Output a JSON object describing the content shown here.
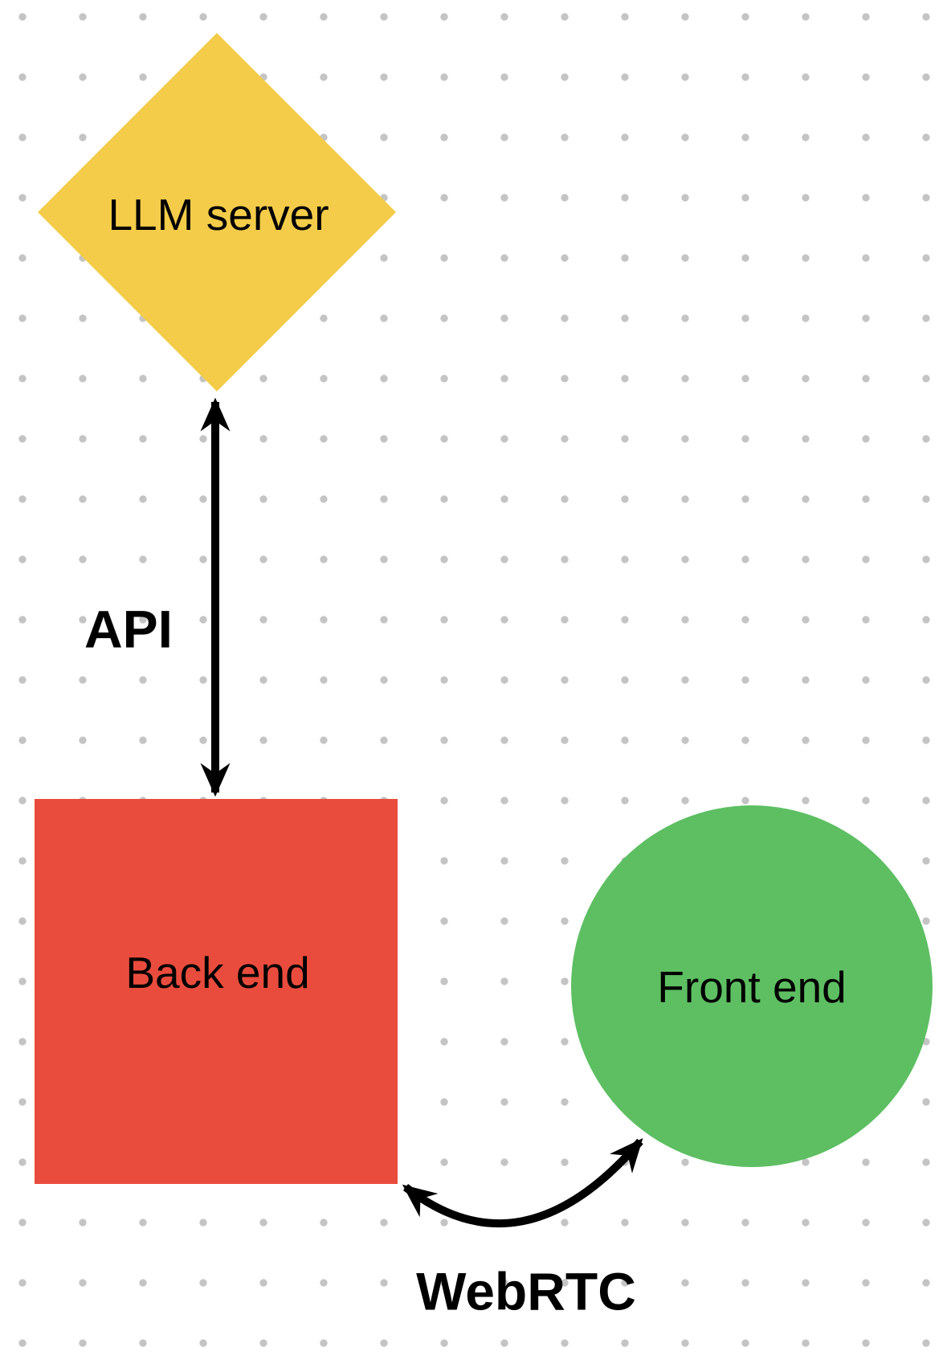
{
  "canvas": {
    "background": "#ffffff",
    "dot_grid_color": "#c4c4c4",
    "arrow_color": "#000000",
    "label_color": "#000000"
  },
  "nodes": [
    {
      "id": "llm-server",
      "shape": "diamond",
      "label": "LLM server",
      "fill": "#f4cc49"
    },
    {
      "id": "back-end",
      "shape": "rectangle",
      "label": "Back end",
      "fill": "#e94c3d"
    },
    {
      "id": "front-end",
      "shape": "circle",
      "label": "Front end",
      "fill": "#5dbf62"
    }
  ],
  "edges": [
    {
      "id": "api",
      "label": "API",
      "style": "double-headed-straight-arrow",
      "connects": [
        "LLM server",
        "Back end"
      ]
    },
    {
      "id": "webrtc",
      "label": "WebRTC",
      "style": "double-headed-curved-arrow",
      "connects": [
        "Back end",
        "Front end"
      ]
    }
  ]
}
